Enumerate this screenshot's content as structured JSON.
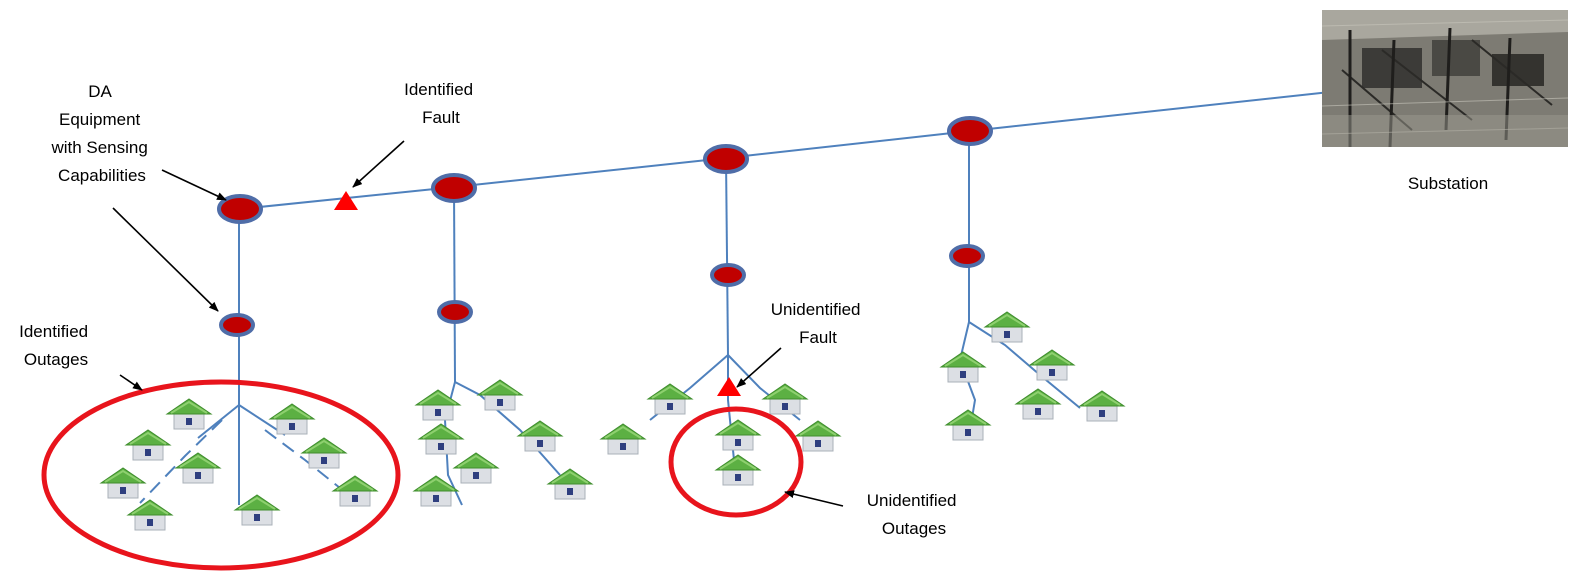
{
  "labels": {
    "da_equipment": [
      "DA",
      "Equipment",
      "with Sensing",
      "Capabilities"
    ],
    "identified_fault": [
      "Identified",
      "Fault"
    ],
    "identified_outages": [
      "Identified",
      "Outages"
    ],
    "unidentified_fault": [
      "Unidentified",
      "Fault"
    ],
    "unidentified_outages": [
      "Unidentified",
      "Outages"
    ],
    "substation": "Substation"
  },
  "colors": {
    "line": "#4f81bd",
    "sensor_fill": "#c00000",
    "sensor_stroke": "#4f6da8",
    "fault": "#ff0000",
    "outage_ring": "#e8141c",
    "roof": "#5cb043",
    "wall": "#d9dde2",
    "window": "#2f3f7f"
  },
  "icons": {
    "sensor": "da-sensor-icon",
    "fault": "fault-triangle-icon",
    "house": "house-icon",
    "substation": "substation-photo"
  }
}
